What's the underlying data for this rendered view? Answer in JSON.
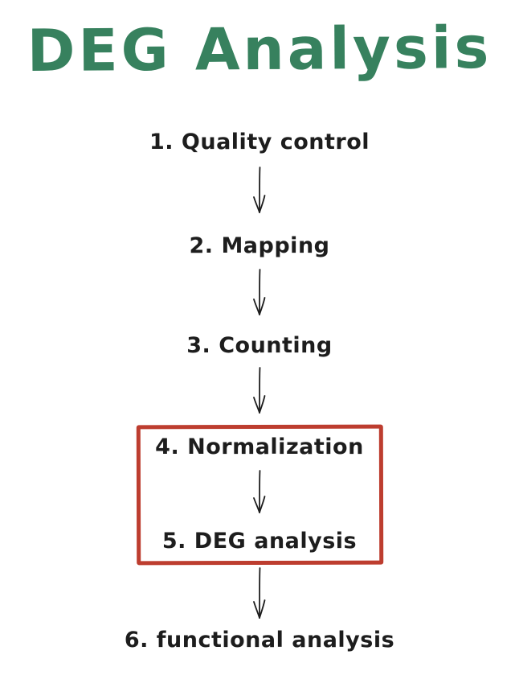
{
  "diagram": {
    "title": "DEG Analysis",
    "colors": {
      "title": "#37815e",
      "ink": "#1d1d1d",
      "highlight_box": "#bd3d2f",
      "background": "#ffffff"
    },
    "steps": [
      {
        "label": "1. Quality control",
        "highlighted": false
      },
      {
        "label": "2. Mapping",
        "highlighted": false
      },
      {
        "label": "3. Counting",
        "highlighted": false
      },
      {
        "label": "4. Normalization",
        "highlighted": true
      },
      {
        "label": "5. DEG analysis",
        "highlighted": true
      },
      {
        "label": "6. functional analysis",
        "highlighted": false
      }
    ],
    "connector_icon": "down-arrow"
  }
}
